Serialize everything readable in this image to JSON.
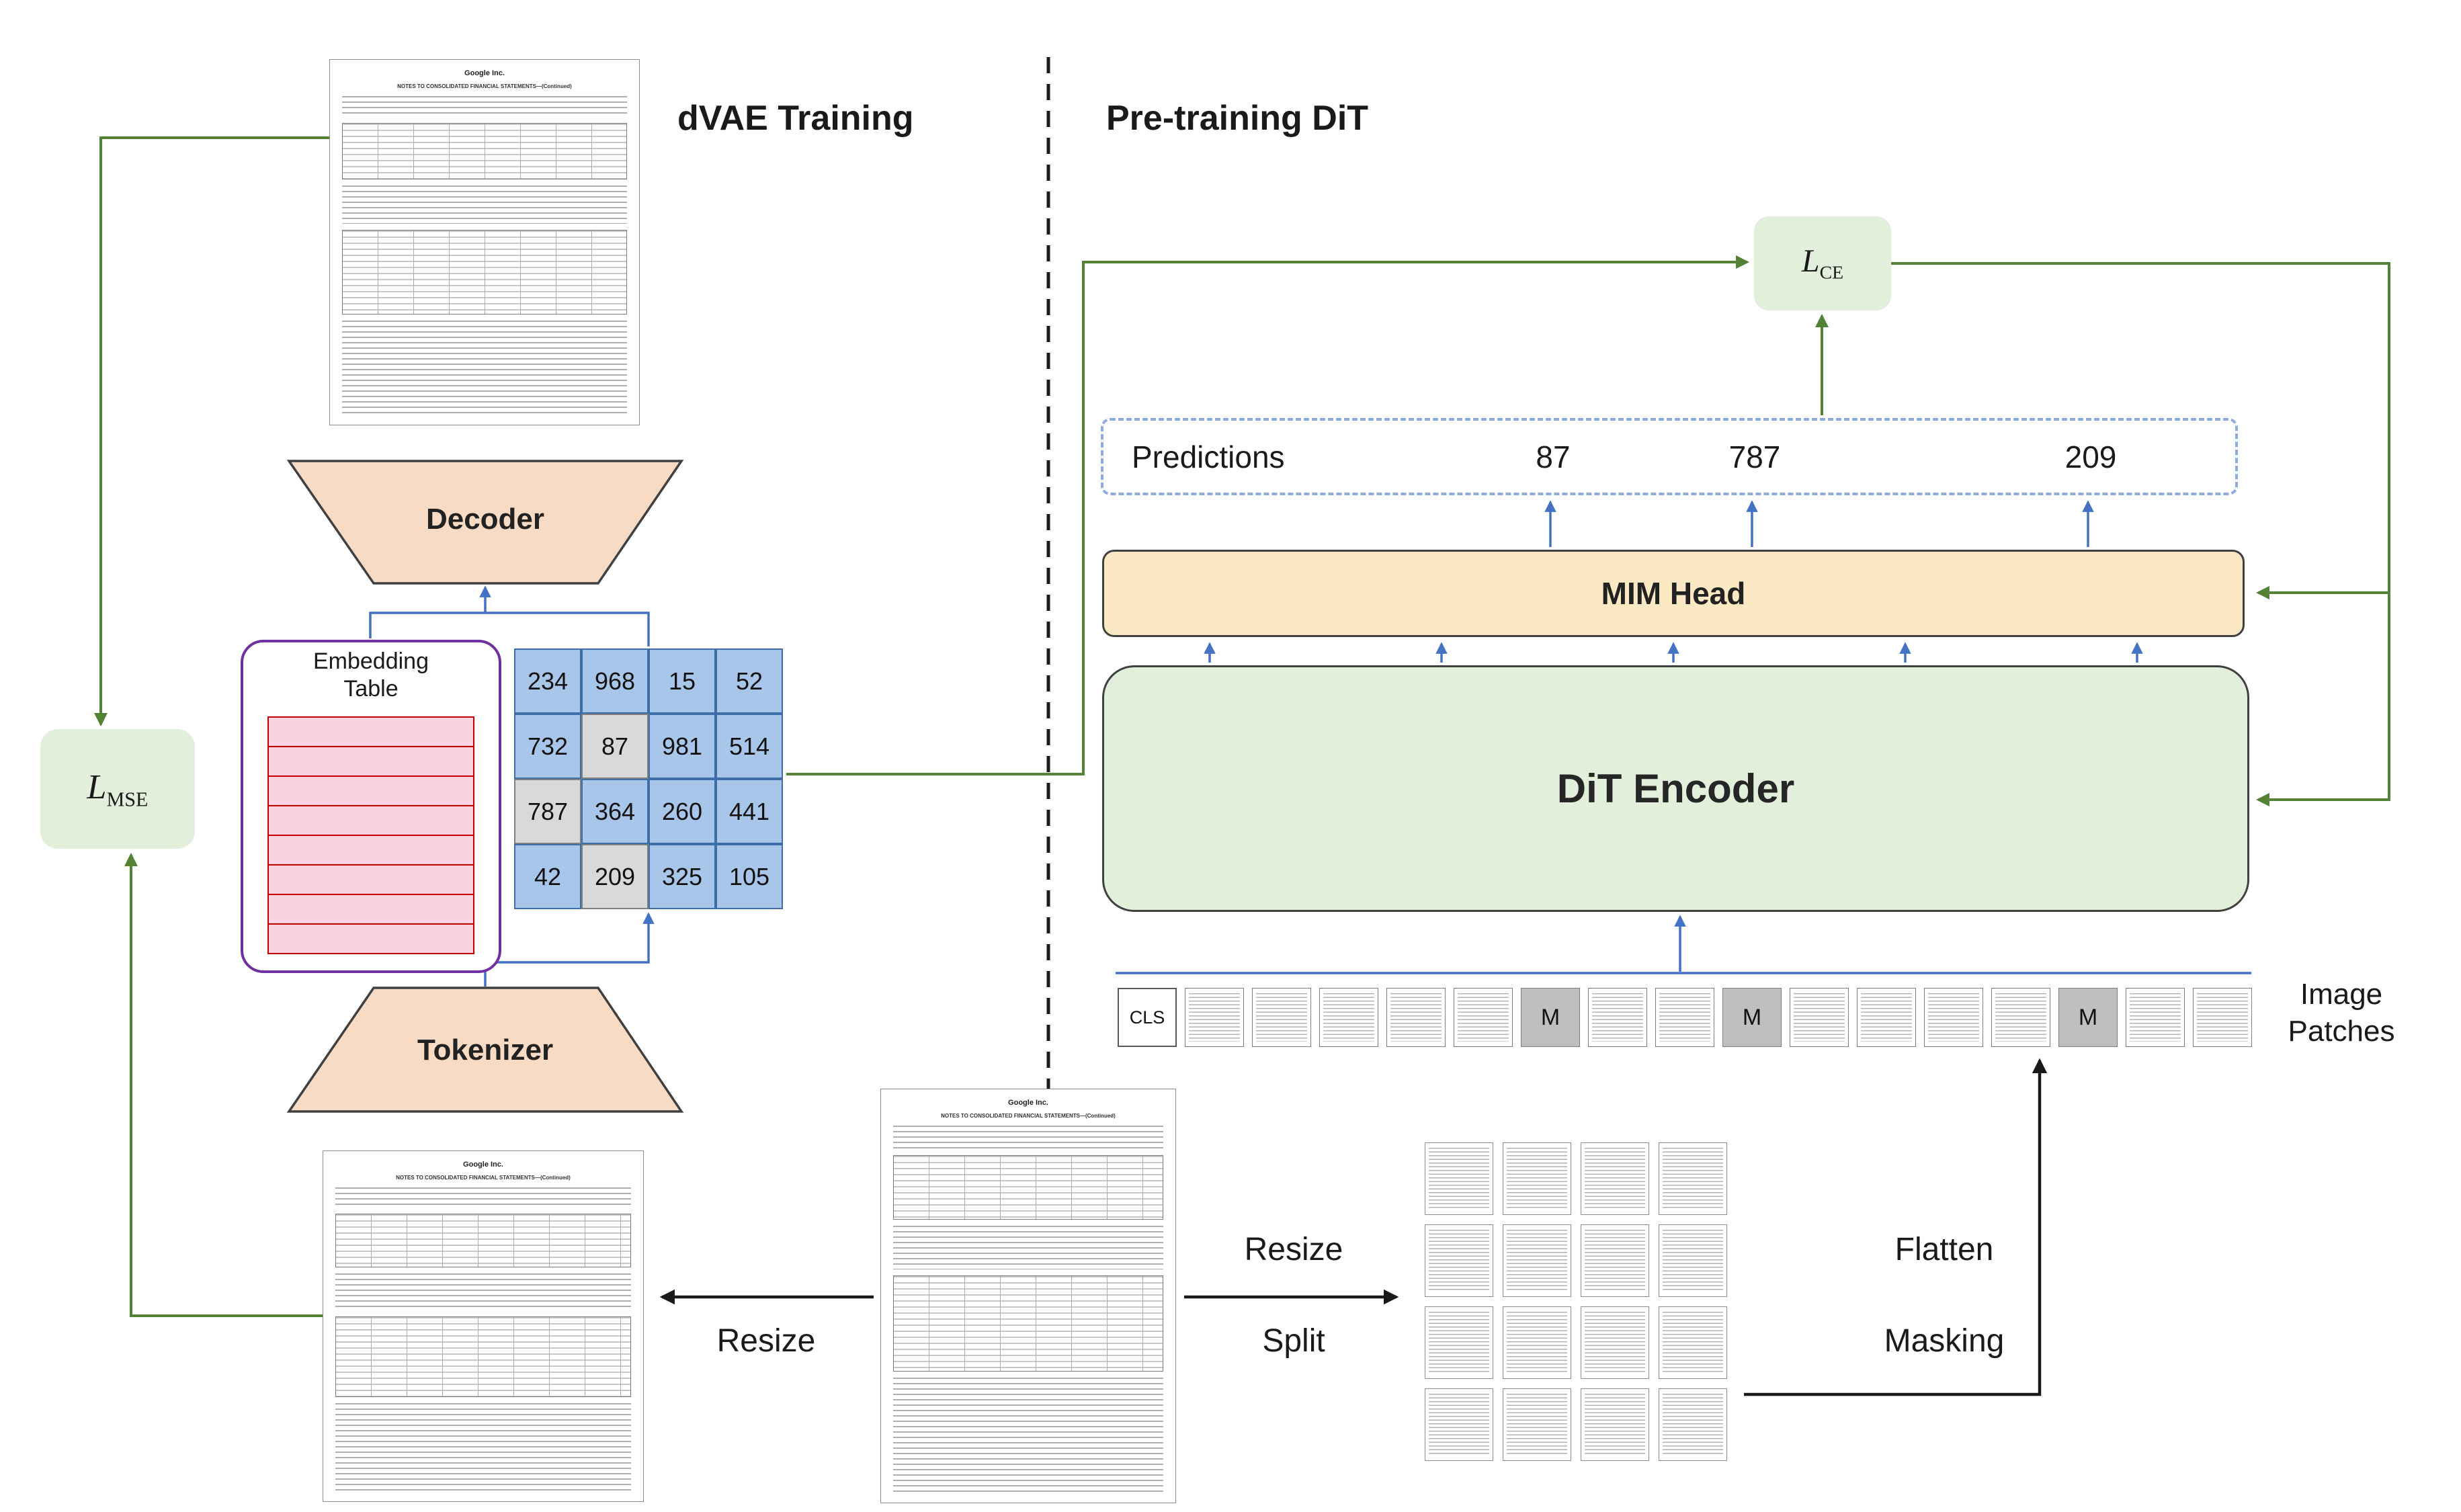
{
  "section_titles": {
    "dvae": "dVAE Training",
    "dit": "Pre-training DiT"
  },
  "losses": {
    "mse": {
      "base": "L",
      "sub": "MSE"
    },
    "ce": {
      "base": "L",
      "sub": "CE"
    }
  },
  "document": {
    "company": "Google Inc.",
    "heading": "NOTES TO CONSOLIDATED FINANCIAL STATEMENTS—(Continued)"
  },
  "dvae": {
    "decoder_label": "Decoder",
    "tokenizer_label": "Tokenizer",
    "embedding_table": {
      "title_line1": "Embedding",
      "title_line2": "Table",
      "visible_rows": 8
    },
    "token_grid": {
      "columns": 4,
      "cells": [
        {
          "value": "234"
        },
        {
          "value": "968"
        },
        {
          "value": "15"
        },
        {
          "value": "52"
        },
        {
          "value": "732"
        },
        {
          "value": "87",
          "masked": true
        },
        {
          "value": "981"
        },
        {
          "value": "514"
        },
        {
          "value": "787",
          "masked": true
        },
        {
          "value": "364"
        },
        {
          "value": "260"
        },
        {
          "value": "441"
        },
        {
          "value": "42"
        },
        {
          "value": "209",
          "masked": true
        },
        {
          "value": "325"
        },
        {
          "value": "105"
        }
      ]
    }
  },
  "dit": {
    "predictions": {
      "label": "Predictions",
      "values": [
        "87",
        "787",
        "209"
      ]
    },
    "mim_head_label": "MIM Head",
    "encoder_label": "DiT Encoder",
    "image_patches": {
      "caption_line1": "Image",
      "caption_line2": "Patches",
      "sequence": [
        {
          "kind": "cls",
          "label": "CLS"
        },
        {
          "kind": "doc"
        },
        {
          "kind": "doc"
        },
        {
          "kind": "doc"
        },
        {
          "kind": "doc"
        },
        {
          "kind": "doc"
        },
        {
          "kind": "mask",
          "label": "M"
        },
        {
          "kind": "doc"
        },
        {
          "kind": "doc"
        },
        {
          "kind": "mask",
          "label": "M"
        },
        {
          "kind": "doc"
        },
        {
          "kind": "doc"
        },
        {
          "kind": "doc"
        },
        {
          "kind": "doc"
        },
        {
          "kind": "mask",
          "label": "M"
        },
        {
          "kind": "doc"
        },
        {
          "kind": "doc"
        }
      ]
    },
    "split_grid": {
      "rows": 4,
      "cols": 4
    }
  },
  "pipeline": {
    "resize_left": "Resize",
    "resize_right": "Resize",
    "split": "Split",
    "flatten": "Flatten",
    "masking": "Masking"
  },
  "colors": {
    "loss_line_green": "#538135",
    "token_flow_blue": "#4472C4",
    "process_black": "#1A1A1A",
    "loss_box_fill": "#E2EFDA",
    "encoder_fill": "#E2EFDA",
    "mim_head_fill": "#FBE9C4",
    "vae_block_fill": "#F8DBC4",
    "token_cell_fill": "#A8C6E9",
    "token_cell_border": "#3D6EA8",
    "masked_cell_fill": "#D9D9D9",
    "embedding_border_purple": "#7030A0",
    "embedding_row_pink": "#FAD2E0",
    "embedding_row_border_red": "#C00000",
    "predictions_dash_blue": "#8FAADC"
  }
}
